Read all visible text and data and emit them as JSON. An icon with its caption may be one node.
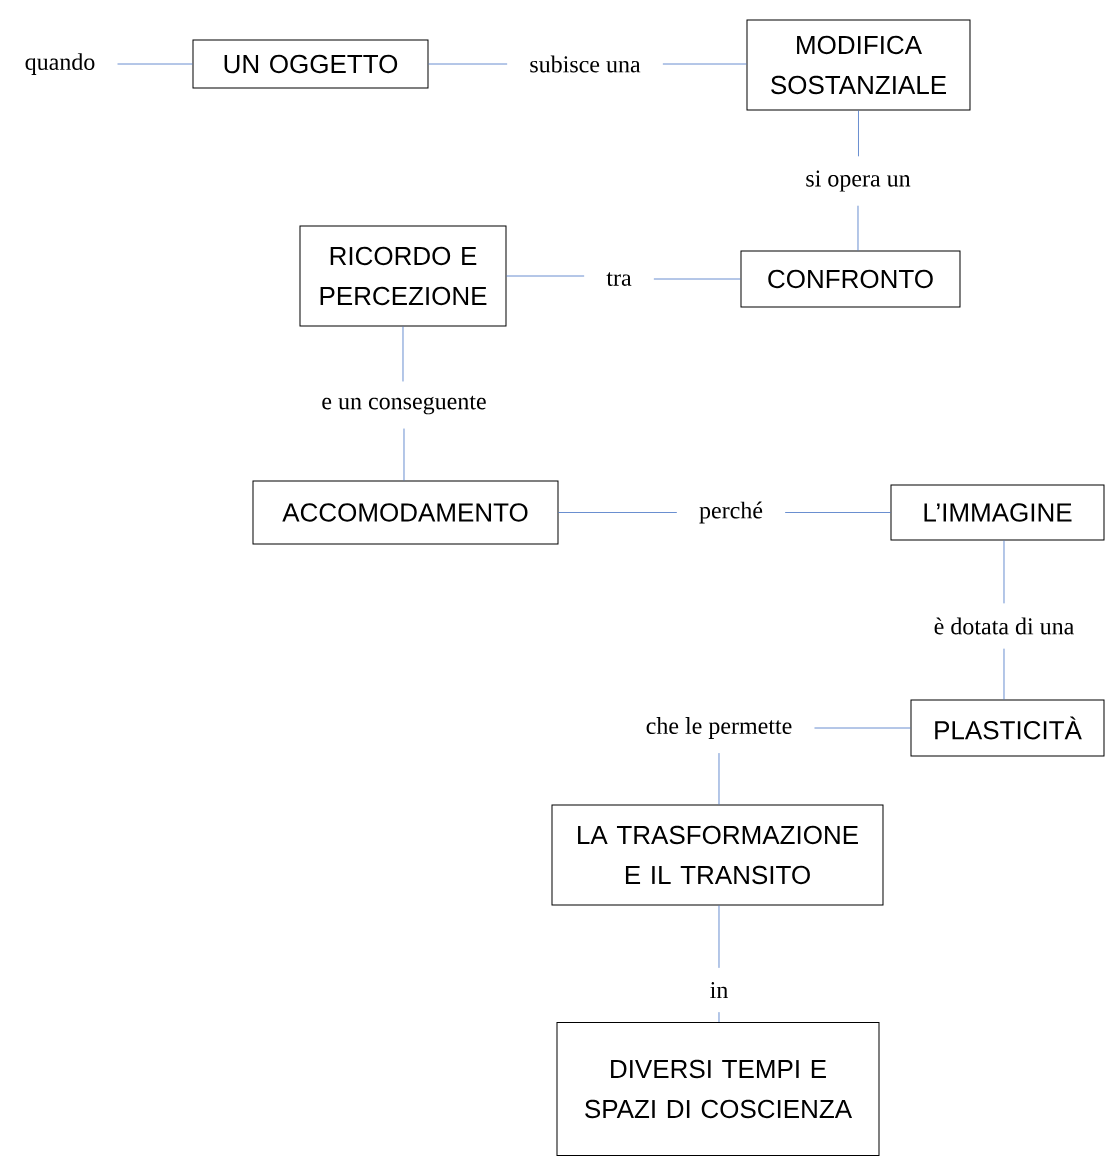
{
  "diagram": {
    "nodes": [
      {
        "text": [
          "quando"
        ]
      },
      {
        "text": [
          "UN OGGETTO"
        ]
      },
      {
        "text": [
          "subisce una"
        ]
      },
      {
        "text": [
          "MODIFICA SOSTANZIALE"
        ]
      },
      {
        "text": [
          "si opera un"
        ]
      },
      {
        "text": [
          "RICORDO E PERCEZIONE"
        ]
      },
      {
        "text": [
          "tra"
        ]
      },
      {
        "text": [
          "CONFRONTO"
        ]
      },
      {
        "text": [
          "e un conseguente"
        ]
      },
      {
        "text": [
          "ACCOMODAMENTO"
        ]
      },
      {
        "text": [
          "perché"
        ]
      },
      {
        "text": [
          "L’IMMAGINE"
        ]
      },
      {
        "text": [
          "è dotata di una"
        ]
      },
      {
        "text": [
          "PLASTICITÀ"
        ]
      },
      {
        "text": [
          "che le permette"
        ]
      },
      {
        "text": [
          "LA TRASFORMAZIONE E IL TRANSITO"
        ]
      },
      {
        "text": [
          "in"
        ]
      },
      {
        "text": [
          "DIVERSI TEMPI E SPAZI DI COSCIENZA"
        ]
      }
    ],
    "edges": [
      {
        "from": 0,
        "to": 1,
        "arrow": "none"
      },
      {
        "from": 1,
        "to": 2,
        "arrow": "none"
      },
      {
        "from": 2,
        "to": 3,
        "arrow": "none"
      },
      {
        "from": 3,
        "to": 4,
        "arrow": "none"
      },
      {
        "from": 4,
        "to": 7,
        "arrow": "none"
      },
      {
        "from": 5,
        "to": 6,
        "arrow": "none"
      },
      {
        "from": 6,
        "to": 7,
        "arrow": "none"
      },
      {
        "from": 5,
        "to": 8,
        "arrow": "none"
      },
      {
        "from": 8,
        "to": 9,
        "arrow": "none"
      },
      {
        "from": 9,
        "to": 10,
        "arrow": "none"
      },
      {
        "from": 10,
        "to": 11,
        "arrow": "none"
      },
      {
        "from": 11,
        "to": 12,
        "arrow": "none"
      },
      {
        "from": 12,
        "to": 13,
        "arrow": "none"
      },
      {
        "from": 14,
        "to": 13,
        "arrow": "none"
      },
      {
        "from": 14,
        "to": 15,
        "arrow": "none"
      },
      {
        "from": 15,
        "to": 16,
        "arrow": "none"
      },
      {
        "from": 16,
        "to": 17,
        "arrow": "none"
      }
    ]
  }
}
